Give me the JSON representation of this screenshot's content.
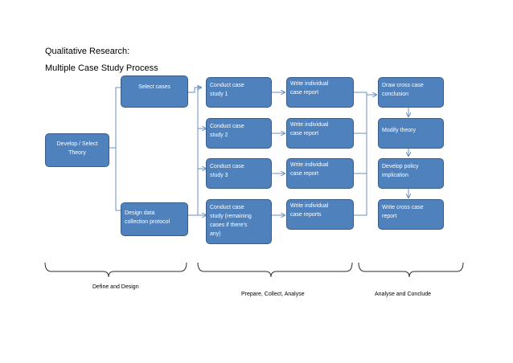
{
  "title_line1": "Qualitative Research:",
  "title_line2": "Multiple Case Study Process",
  "boxes": {
    "develop": "Develop / Select\nTheory",
    "select_cases": "Select cases",
    "design_protocol": "Design data\ncollection protocol",
    "case1": "Conduct case\nstudy 1",
    "case2": "Conduct case\nstudy 2",
    "case3": "Conduct case\nstudy 3",
    "case_remaining": "Conduct case\nstudy (remaining\ncases if there's\nany)",
    "report1": "Write individual\ncase report",
    "report2": "Write individual\ncase report",
    "report3": "Write individual\ncase report",
    "report_remaining": "Write individual\ncase reports",
    "cross_conclusion": "Draw cross case\nconclusion",
    "modify_theory": "Modify theory",
    "policy": "Develop policy\nimplication",
    "cross_report": "Write cross case\nreport"
  },
  "phases": {
    "define": "Define and Design",
    "prepare": "Prepare, Collect, Analyse",
    "analyse": "Analyse and Conclude"
  },
  "colors": {
    "box_fill": "#4f81bd",
    "box_border": "#385d8a",
    "connector": "#6a8fc4"
  }
}
